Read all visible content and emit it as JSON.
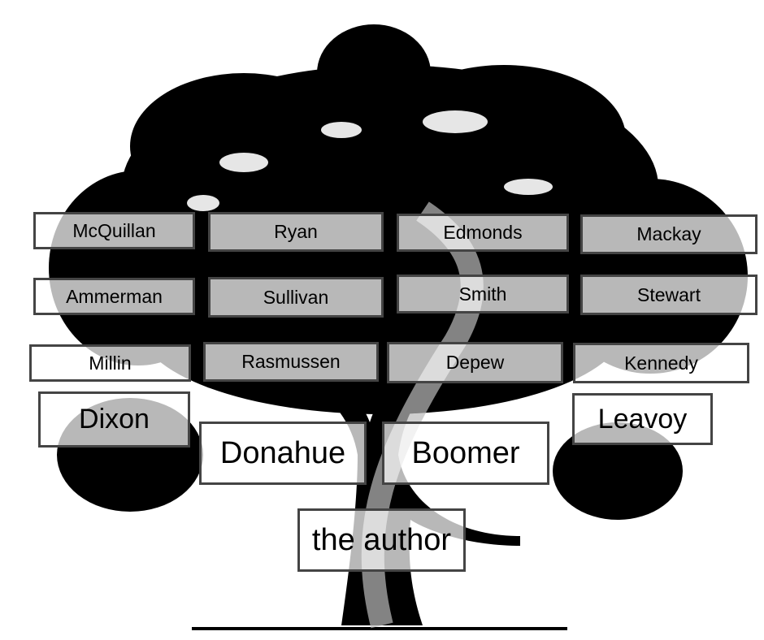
{
  "title": "Family tree",
  "names": {
    "mcquillan": "McQuillan",
    "ryan": "Ryan",
    "edmonds": "Edmonds",
    "mackay": "Mackay",
    "ammerman": "Ammerman",
    "sullivan": "Sullivan",
    "smith": "Smith",
    "stewart": "Stewart",
    "millin": "Millin",
    "rasmussen": "Rasmussen",
    "depew": "Depew",
    "kennedy": "Kennedy",
    "dixon": "Dixon",
    "leavoy": "Leavoy",
    "donahue": "Donahue",
    "boomer": "Boomer",
    "author": "the author"
  }
}
